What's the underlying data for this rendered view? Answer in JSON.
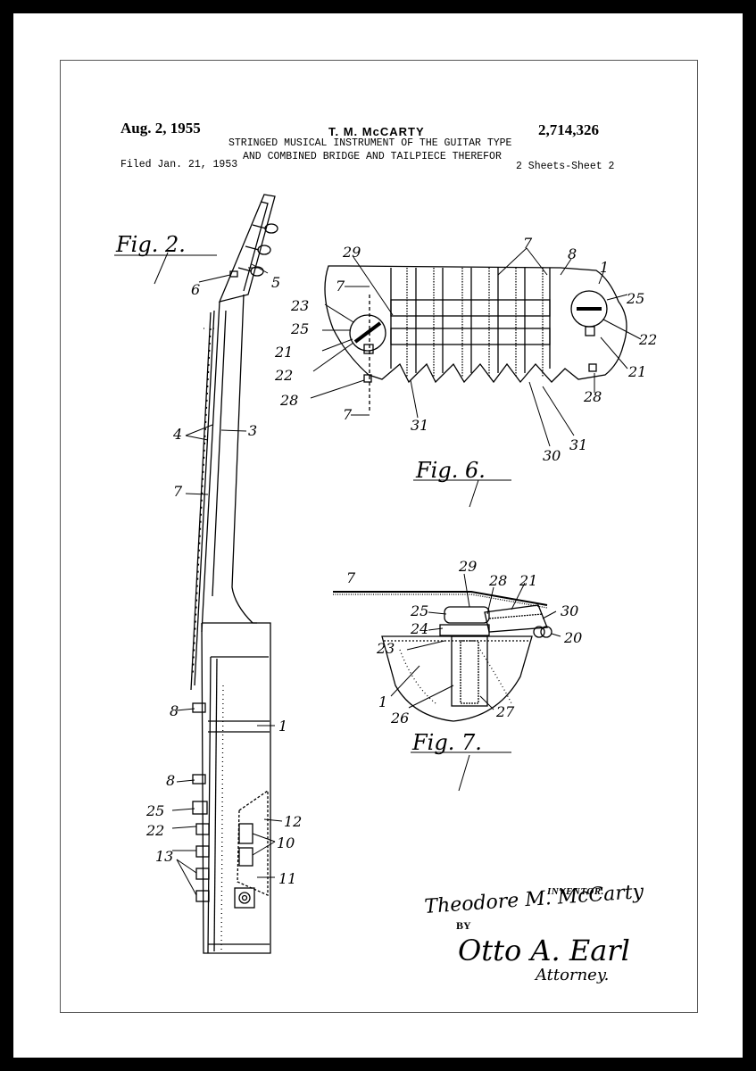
{
  "header": {
    "date": "Aug. 2, 1955",
    "inventor": "T. M. McCARTY",
    "title_line1": "STRINGED MUSICAL INSTRUMENT OF THE GUITAR TYPE",
    "title_line2": "AND COMBINED BRIDGE AND TAILPIECE THEREFOR",
    "patent_number": "2,714,326",
    "filed": "Filed Jan. 21, 1953",
    "sheets": "2 Sheets-Sheet 2"
  },
  "figures": {
    "fig2": "Fig. 2.",
    "fig6": "Fig. 6.",
    "fig7": "Fig. 7."
  },
  "fig2_labels": [
    "6",
    "5",
    "4",
    "3",
    "7",
    "8",
    "1",
    "8",
    "25",
    "22",
    "13",
    "12",
    "10",
    "11"
  ],
  "fig6_labels": [
    "29",
    "7",
    "8",
    "1",
    "25",
    "22",
    "21",
    "28",
    "31",
    "30",
    "31",
    "7",
    "23",
    "25",
    "21",
    "22",
    "28",
    "7"
  ],
  "fig7_labels": [
    "7",
    "29",
    "28",
    "21",
    "30",
    "25",
    "24",
    "20",
    "23",
    "1",
    "26",
    "27"
  ],
  "signature": {
    "inventor_label": "INVENTOR.",
    "inventor_name": "Theodore M. McCarty",
    "by": "BY",
    "attorney_name": "Otto A. Earl",
    "attorney_label": "Attorney."
  }
}
